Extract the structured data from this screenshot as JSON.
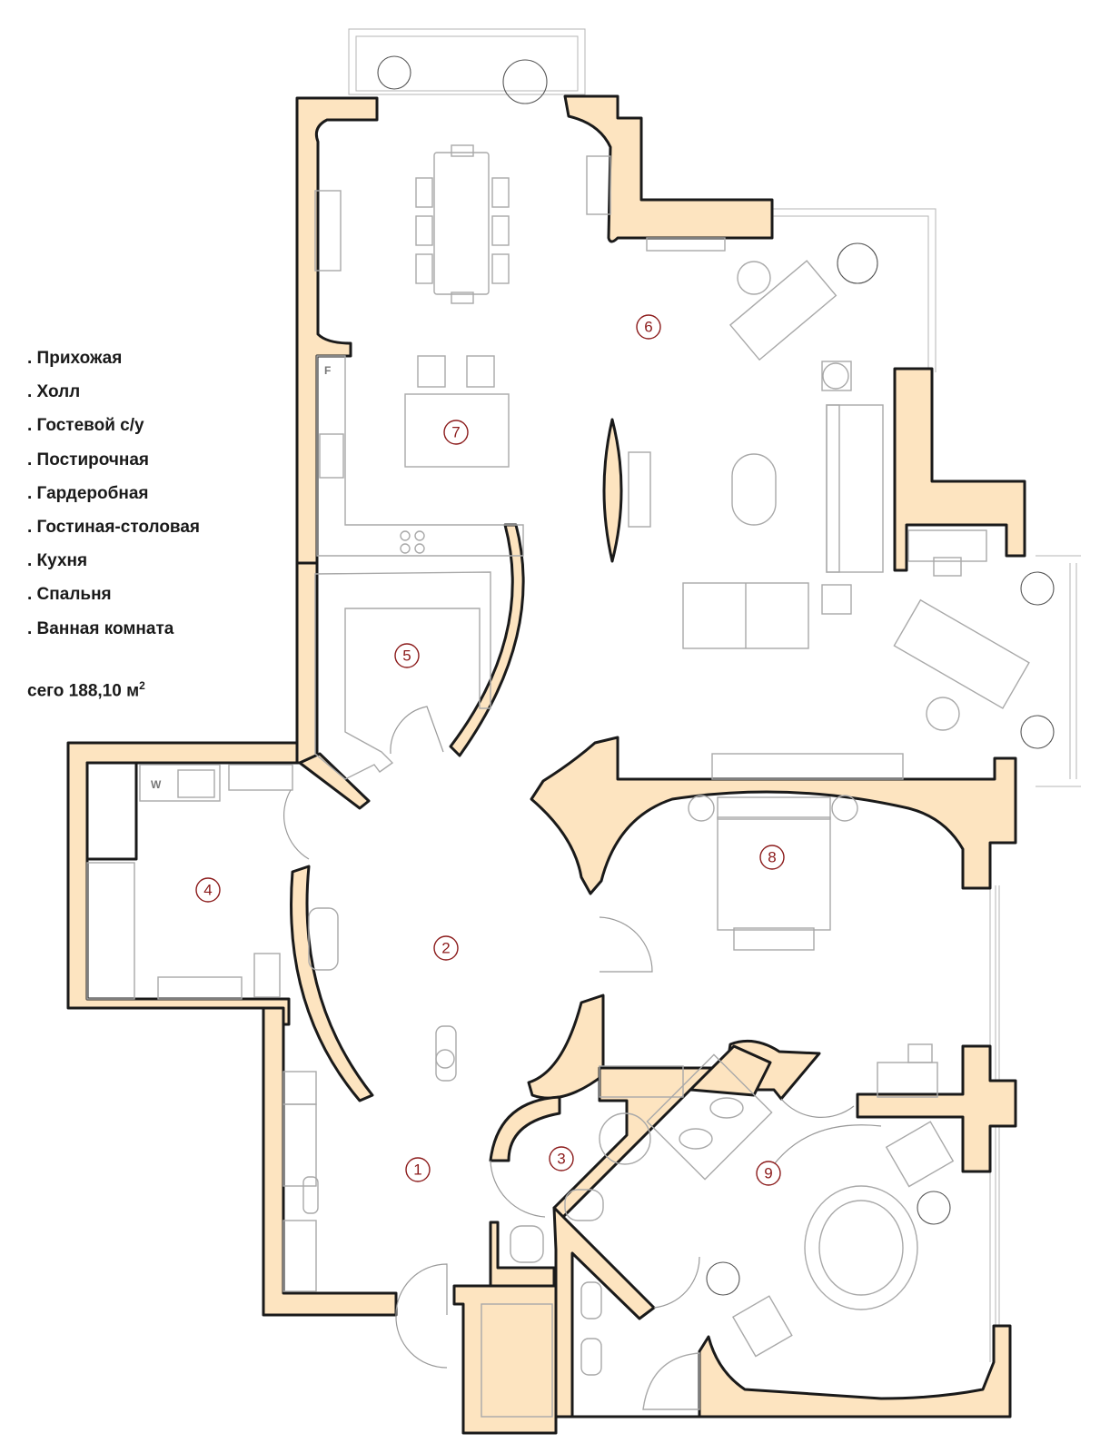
{
  "legend": {
    "items": [
      ". Прихожая",
      ". Холл",
      ". Гостевой с/у",
      ". Постирочная",
      ". Гардеробная",
      ". Гостиная-столовая",
      ". Кухня",
      ". Спальня",
      ". Ванная комната"
    ],
    "total_prefix": "сего 188,10 м",
    "total_sup": "2"
  },
  "rooms": [
    {
      "number": "1"
    },
    {
      "number": "2"
    },
    {
      "number": "3"
    },
    {
      "number": "4"
    },
    {
      "number": "5"
    },
    {
      "number": "6"
    },
    {
      "number": "7"
    },
    {
      "number": "8"
    },
    {
      "number": "9"
    }
  ],
  "appliance_marks": {
    "fridge": "F",
    "washer": "W"
  },
  "colors": {
    "wall_fill": "#fde4c0",
    "wall_stroke": "#1a1a1a",
    "room_number": "#8b1a1a",
    "furniture": "#a9a9a9"
  }
}
